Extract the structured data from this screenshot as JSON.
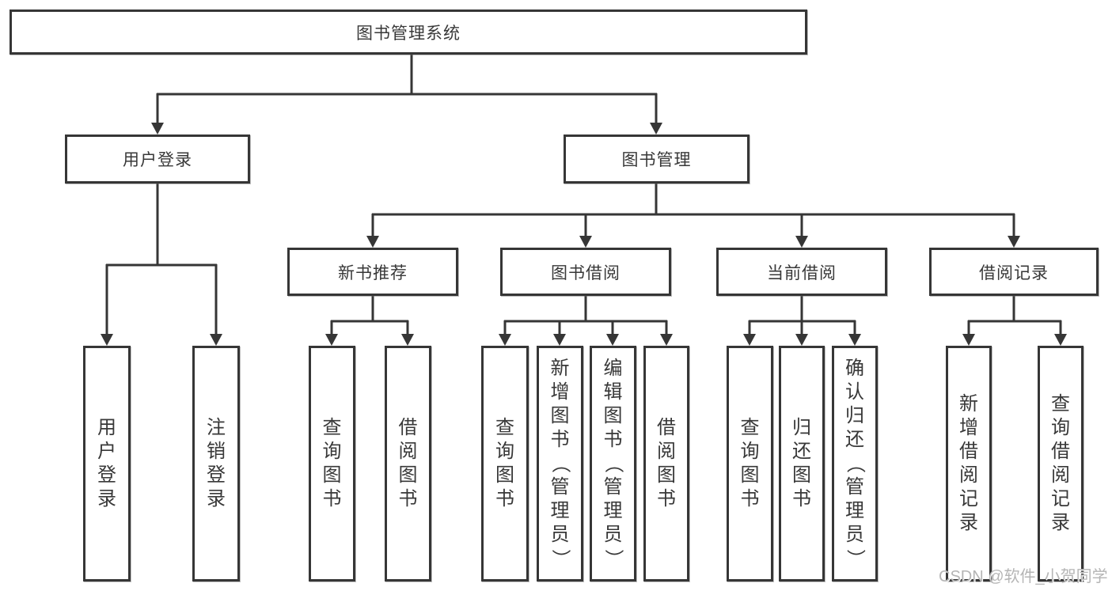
{
  "level1": {
    "label": "图书管理系统"
  },
  "level2": [
    {
      "label": "用户登录",
      "parent": "图书管理系统"
    },
    {
      "label": "图书管理",
      "parent": "图书管理系统"
    }
  ],
  "level3": [
    {
      "label": "新书推荐",
      "parent": "图书管理"
    },
    {
      "label": "图书借阅",
      "parent": "图书管理"
    },
    {
      "label": "当前借阅",
      "parent": "图书管理"
    },
    {
      "label": "借阅记录",
      "parent": "图书管理"
    }
  ],
  "level4": [
    {
      "label": "用户登录",
      "parent": "用户登录"
    },
    {
      "label": "注销登录",
      "parent": "用户登录"
    },
    {
      "label": "查询图书",
      "parent": "新书推荐"
    },
    {
      "label": "借阅图书",
      "parent": "新书推荐"
    },
    {
      "label": "查询图书",
      "parent": "图书借阅"
    },
    {
      "label": "新增图书（管理员）",
      "parent": "图书借阅"
    },
    {
      "label": "编辑图书（管理员）",
      "parent": "图书借阅"
    },
    {
      "label": "借阅图书",
      "parent": "图书借阅"
    },
    {
      "label": "查询图书",
      "parent": "当前借阅"
    },
    {
      "label": "归还图书",
      "parent": "当前借阅"
    },
    {
      "label": "确认归还（管理员）",
      "parent": "当前借阅"
    },
    {
      "label": "新增借阅记录",
      "parent": "借阅记录"
    },
    {
      "label": "查询借阅记录",
      "parent": "借阅记录"
    }
  ],
  "watermark": {
    "text": "CSDN @软件_小贺同学",
    "color": "#b5b5b5"
  },
  "colors": {
    "background": "#ffffff",
    "line": "#363636",
    "box_border": "#363636",
    "text": "#383838"
  }
}
